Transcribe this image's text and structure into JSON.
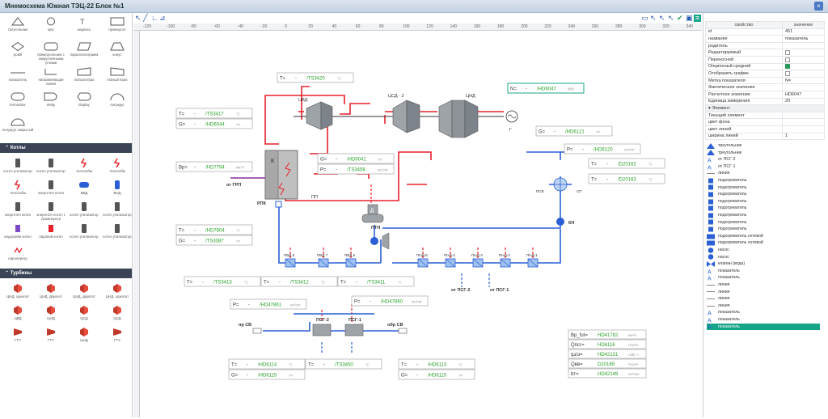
{
  "window": {
    "title": "Мнемосхема Южная ТЭЦ-22 Блок №1"
  },
  "palette": {
    "basic": [
      {
        "label": "треугольник",
        "icon": "triangle-icon"
      },
      {
        "label": "круг",
        "icon": "circle-icon"
      },
      {
        "label": "надпись",
        "icon": "text-icon"
      },
      {
        "label": "прямоугол",
        "icon": "rect-icon"
      },
      {
        "label": "ромб",
        "icon": "rhombus-icon"
      },
      {
        "label": "прямоугольник с закругленными углами",
        "icon": "rounded-rect-icon"
      },
      {
        "label": "параллелограмм",
        "icon": "parallelogram-icon"
      },
      {
        "label": "конус",
        "icon": "cone-icon"
      },
      {
        "label": "показатель",
        "icon": "indicator-icon"
      },
      {
        "label": "направляющая линия",
        "icon": "guide-line-icon"
      },
      {
        "label": "manual input",
        "icon": "manual-input-icon"
      },
      {
        "label": "manual input",
        "icon": "manual-input-2-icon"
      },
      {
        "label": "terminator",
        "icon": "terminator-icon"
      },
      {
        "label": "delay",
        "icon": "delay-icon"
      },
      {
        "label": "display",
        "icon": "display-icon"
      },
      {
        "label": "полукруг",
        "icon": "half-circle-icon"
      },
      {
        "label": "полукруг закрытый",
        "icon": "half-circle-closed-icon"
      }
    ],
    "sections": [
      {
        "title": "Котлы",
        "items": [
          {
            "label": "котел утилизатор",
            "icon": "boiler-icon"
          },
          {
            "label": "котел утилизатор",
            "icon": "boiler-icon"
          },
          {
            "label": "теплообм",
            "icon": "heat-exchanger-icon"
          },
          {
            "label": "теплообм",
            "icon": "heat-exchanger-icon"
          },
          {
            "label": "теплообм",
            "icon": "heat-exchanger-icon"
          },
          {
            "label": "энергетич котел",
            "icon": "boiler-icon"
          },
          {
            "label": "ВВД",
            "icon": "hp-heater-icon"
          },
          {
            "label": "ВНД",
            "icon": "lp-heater-icon"
          },
          {
            "label": "энергетич котел",
            "icon": "boiler-icon"
          },
          {
            "label": "энергетич котел с промперегр",
            "icon": "boiler-icon"
          },
          {
            "label": "котел утилизатор",
            "icon": "boiler-icon"
          },
          {
            "label": "котел утилизатор",
            "icon": "boiler-icon"
          },
          {
            "label": "водогрейн котел",
            "icon": "water-boiler-icon"
          },
          {
            "label": "паровой котел",
            "icon": "steam-boiler-icon"
          },
          {
            "label": "котел утилизатор",
            "icon": "boiler-icon"
          },
          {
            "label": "котел утилизатор",
            "icon": "boiler-icon"
          },
          {
            "label": "пароперегр",
            "icon": "superheater-icon"
          }
        ]
      },
      {
        "title": "Турбины",
        "items": [
          {
            "label": "ЦНД, однопот",
            "icon": "turbine-icon"
          },
          {
            "label": "ЦНД, двухпот",
            "icon": "turbine-icon"
          },
          {
            "label": "ЦНД, двухпот",
            "icon": "turbine-icon"
          },
          {
            "label": "ЦНД, однопот",
            "icon": "turbine-icon"
          },
          {
            "label": "ЦВД",
            "icon": "turbine-icon"
          },
          {
            "label": "ЦНД",
            "icon": "turbine-icon"
          },
          {
            "label": "ЦСД",
            "icon": "turbine-icon"
          },
          {
            "label": "ЦСД",
            "icon": "turbine-icon"
          },
          {
            "label": "ГТУ",
            "icon": "gas-turbine-icon"
          },
          {
            "label": "ГТУ",
            "icon": "gas-turbine-icon"
          },
          {
            "label": "ЦНД",
            "icon": "turbine-icon"
          },
          {
            "label": "ГТУ",
            "icon": "gas-turbine-icon"
          }
        ]
      }
    ]
  },
  "ruler": {
    "ticks": [
      "-120",
      "-100",
      "-80",
      "-60",
      "-40",
      "-20",
      "0",
      "20",
      "40",
      "60",
      "80",
      "100",
      "120",
      "140",
      "160",
      "180",
      "200",
      "220",
      "240",
      "260",
      "280",
      "300",
      "320",
      "340"
    ]
  },
  "diagram": {
    "equipment": {
      "k": "К",
      "cvd": "ЦВД",
      "csd": "ЦСД - 2",
      "cnd": "ЦНД",
      "gen": "Г",
      "pp": "ПП",
      "ot_grp": "от ГРП",
      "rpk": "РПК",
      "d": "Д",
      "ptn": "ПТН",
      "kn": "КН",
      "psv": "ПСВ",
      "sp": "СП",
      "pnd": [
        "ПНД-5",
        "ПНД-4",
        "ПНД-3",
        "ПНД-2",
        "ПНД-1"
      ],
      "pvd": [
        "ПВД 8",
        "ПВД 7",
        "ПВД 6"
      ],
      "psg2": "ПСГ-2",
      "psg1": "ПСГ-1",
      "ot_psg2": "от ПСГ-2",
      "ot_psg1": "от ПСГ-1",
      "pr_sv": "пр СВ",
      "obr_sv": "обр СВ"
    },
    "indicators": [
      {
        "id": "ts3420",
        "label": "T=",
        "tag": "TS3420",
        "unit": "°C"
      },
      {
        "id": "ts3417",
        "label": "T=",
        "tag": "TS3417",
        "unit": "°C"
      },
      {
        "id": "hd6044",
        "label": "G=",
        "tag": "HD6044",
        "unit": "т/ч"
      },
      {
        "id": "hd6047",
        "label": "N=",
        "tag": "HD6047",
        "unit": "МВт"
      },
      {
        "id": "hd6121",
        "label": "G=",
        "tag": "HD6121",
        "unit": "т/ч"
      },
      {
        "id": "hd6120",
        "label": "P=",
        "tag": "HD6120",
        "unit": "кгс/см²"
      },
      {
        "id": "hd6041",
        "label": "G=",
        "tag": "HD6041",
        "unit": "т/ч"
      },
      {
        "id": "ts3458",
        "label": "P=",
        "tag": "TS3458",
        "unit": "кгс/см²"
      },
      {
        "id": "hd7794",
        "label": "Bp=",
        "tag": "HD7794",
        "unit": "нм³/ч"
      },
      {
        "id": "d20162",
        "label": "T=",
        "tag": "D20162",
        "unit": "°C"
      },
      {
        "id": "d20163",
        "label": "T=",
        "tag": "D20163",
        "unit": "°C"
      },
      {
        "id": "hd7804",
        "label": "T=",
        "tag": "HD7804",
        "unit": "°C"
      },
      {
        "id": "ts3387",
        "label": "G=",
        "tag": "TS3387",
        "unit": "т/ч"
      },
      {
        "id": "ts3413",
        "label": "T=",
        "tag": "TS3413",
        "unit": "°C"
      },
      {
        "id": "ts3412",
        "label": "T=",
        "tag": "TS3412",
        "unit": "°C"
      },
      {
        "id": "ts3411",
        "label": "T=",
        "tag": "TS3411",
        "unit": "°C"
      },
      {
        "id": "hd47861",
        "label": "P=",
        "tag": "HD47861",
        "unit": "кгс/см²"
      },
      {
        "id": "hd47860",
        "label": "P=",
        "tag": "HD47860",
        "unit": "кгс/см²"
      },
      {
        "id": "hd6114",
        "label": "T=",
        "tag": "HD6114",
        "unit": "°C"
      },
      {
        "id": "hd6115a",
        "label": "G=",
        "tag": "HD6115",
        "unit": "т/ч"
      },
      {
        "id": "ts3450",
        "label": "T=",
        "tag": "TS3450",
        "unit": "°C"
      },
      {
        "id": "hd6113",
        "label": "T=",
        "tag": "HD6113",
        "unit": "°C"
      },
      {
        "id": "hd6115b",
        "label": "G=",
        "tag": "HD6115",
        "unit": "т/ч"
      }
    ],
    "summary": [
      {
        "label": "Bp_fut=",
        "tag": "HD41782",
        "unit": "нм³/ч"
      },
      {
        "label": "Qпсг=",
        "tag": "HD6116",
        "unit": "Гкал/ч"
      },
      {
        "label": "qэ/э=",
        "tag": "HD42131",
        "unit": "г/кВт·ч"
      },
      {
        "label": "Qвв=",
        "tag": "D20169",
        "unit": "Гкал/ч"
      },
      {
        "label": "bт=",
        "tag": "HD42148",
        "unit": "кг/Гкал"
      }
    ]
  },
  "properties": {
    "headers": [
      "свойство",
      "значение"
    ],
    "rows": [
      {
        "name": "id",
        "value": "451"
      },
      {
        "name": "название",
        "value": "показатель"
      },
      {
        "name": "родитель",
        "value": ""
      },
      {
        "name": "Редактируемый",
        "check": false
      },
      {
        "name": "Переносной",
        "check": false
      },
      {
        "name": "Опционный средний",
        "check": true
      },
      {
        "name": "Отобразить график",
        "check": false
      },
      {
        "name": "Метка показателя",
        "value": "N="
      },
      {
        "name": "Фактическое значение",
        "value": ""
      },
      {
        "name": "Расчетное значение",
        "value": "HD6047"
      },
      {
        "name": "Единица измерения",
        "value": "20"
      }
    ],
    "group": "Элемент",
    "element_rows": [
      {
        "name": "Текущий элемент",
        "value": ""
      },
      {
        "name": "цвет фона",
        "value": ""
      },
      {
        "name": "цвет линий",
        "value": ""
      },
      {
        "name": "ширина линий",
        "value": "1"
      }
    ]
  },
  "layers": [
    {
      "label": "треугольник",
      "icon": "triangle"
    },
    {
      "label": "треугольник",
      "icon": "triangle"
    },
    {
      "label": "от ПСГ-2",
      "icon": "text"
    },
    {
      "label": "от ПСГ-1",
      "icon": "text"
    },
    {
      "label": "линия",
      "icon": "line"
    },
    {
      "label": "подогреватель",
      "icon": "square"
    },
    {
      "label": "подогреватель",
      "icon": "square"
    },
    {
      "label": "подогреватель",
      "icon": "square"
    },
    {
      "label": "подогреватель",
      "icon": "square"
    },
    {
      "label": "подогреватель",
      "icon": "square"
    },
    {
      "label": "подогреватель",
      "icon": "square"
    },
    {
      "label": "подогреватель",
      "icon": "square"
    },
    {
      "label": "подогреватель",
      "icon": "square"
    },
    {
      "label": "подогреватель сетевой",
      "icon": "double"
    },
    {
      "label": "подогреватель сетевой",
      "icon": "double"
    },
    {
      "label": "насос",
      "icon": "pump"
    },
    {
      "label": "насос",
      "icon": "pump"
    },
    {
      "label": "клапан (вода)",
      "icon": "valve"
    },
    {
      "label": "показатель",
      "icon": "text"
    },
    {
      "label": "показатель",
      "icon": "text"
    },
    {
      "label": "линия",
      "icon": "line"
    },
    {
      "label": "линия",
      "icon": "line"
    },
    {
      "label": "линия",
      "icon": "line"
    },
    {
      "label": "линия",
      "icon": "line"
    },
    {
      "label": "показатель",
      "icon": "text"
    },
    {
      "label": "показатель",
      "icon": "text"
    },
    {
      "label": "показатель",
      "icon": "text"
    }
  ],
  "colors": {
    "steam": "#e8212b",
    "water": "#2a5fd6",
    "value": "#2aa02a",
    "header": "#3a4456",
    "selected": "#17a589"
  }
}
